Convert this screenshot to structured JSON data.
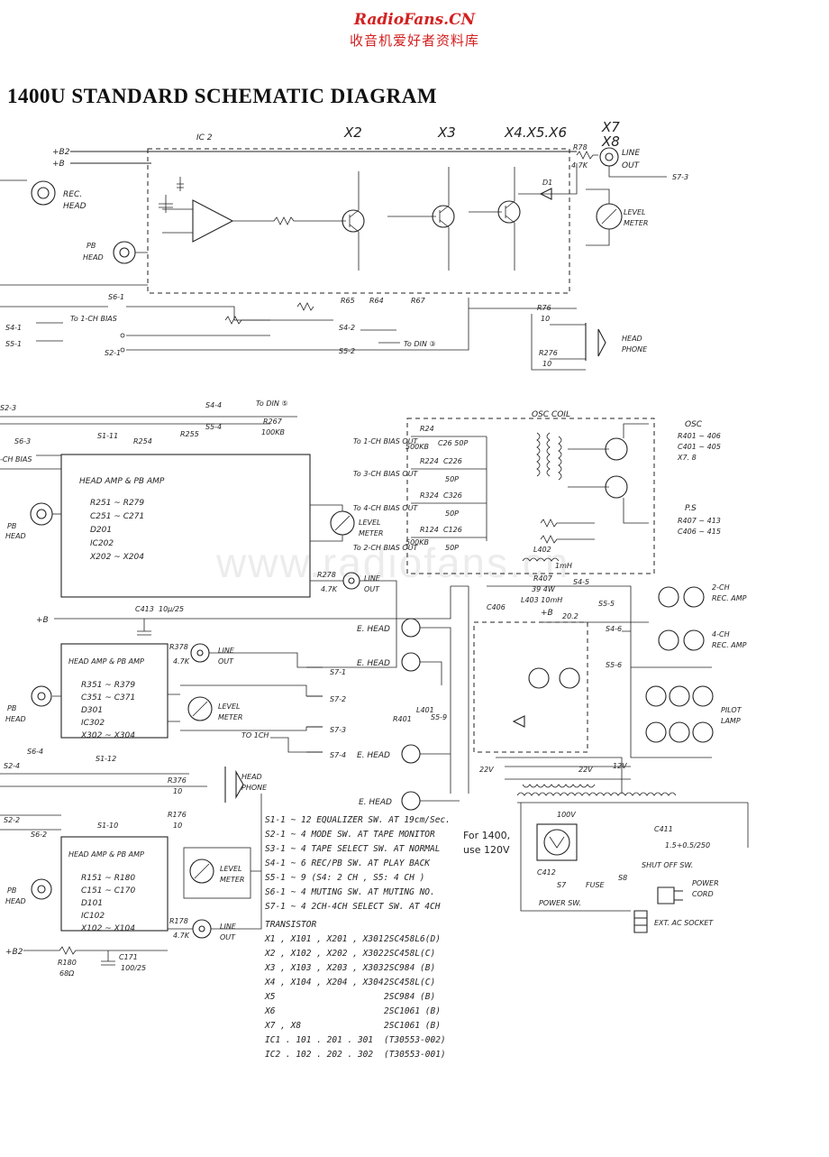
{
  "header": {
    "site": "RadioFans.CN",
    "site_cn": "收音机爱好者资料库"
  },
  "title": "1400U STANDARD SCHEMATIC DIAGRAM",
  "watermark": "www.radiofans.cn",
  "top_labels": {
    "ic2": "IC 2",
    "x2": "X2",
    "x3": "X3",
    "x4": "X4.X5.X6",
    "x7": "X7",
    "x8": "X8"
  },
  "rails": {
    "b2": "+B2",
    "b": "+B"
  },
  "left": {
    "rec_head": "REC. HEAD",
    "pb_head": "PB HEAD",
    "s6_1": "S6-1",
    "to_1ch_bias": "To 1-CH BIAS",
    "s4_1": "S4-1",
    "s5_1": "S5-1",
    "s2_1": "S2-1",
    "s2_3": "S2-3",
    "s6_3": "S6-3",
    "ch_bias": "-CH BIAS",
    "pb_head_2": "PB HEAD",
    "s6_4": "S6-4",
    "s2_4": "S2-4",
    "pb_head_3": "PB HEAD",
    "s2_2": "S2-2",
    "s6_2": "S6-2",
    "pb_head_4": "PB HEAD",
    "b2_bottom": "+B2",
    "r180": "R180",
    "r180_val": "68Ω",
    "c171": "C171",
    "c171_val": "100/25"
  },
  "top_right": {
    "r78": "R78",
    "r78_val": "4.7K",
    "line_out": "LINE OUT",
    "s7_3": "S7-3",
    "level_meter": "LEVEL METER",
    "d1": "D1",
    "head_phone": "HEAD PHONE",
    "r76": "R76",
    "r76_val": "10",
    "r276": "R276",
    "r276_val": "10",
    "s4_2": "S4-2",
    "s5_2": "S5-2",
    "to_din_3": "To DIN ③",
    "r65": "R65",
    "r64": "R64",
    "r67": "R67"
  },
  "middle": {
    "s4_4": "S4-4",
    "s5_4": "S5-4",
    "to_din_5": "To DIN ⑤",
    "r267": "R267",
    "r267_val": "100KB",
    "s1_11": "S1-11",
    "r254": "R254",
    "r255": "R255",
    "head_amp_title": "HEAD AMP & PB AMP",
    "head_amp_lines": [
      "R251 ~ R279",
      "C251 ~ C271",
      "D201",
      "IC202",
      "X202 ~ X204"
    ],
    "level_meter": "LEVEL METER",
    "r278": "R278",
    "r278_val": "4.7K",
    "line_out": "LINE OUT",
    "b_rail": "+B",
    "c413": "C413",
    "c413_val": "10μ/25"
  },
  "osc": {
    "title": "OSC COIL",
    "label": "OSC",
    "r_range": "R401 ~ 406",
    "c_range": "C401 ~ 405",
    "x_range": "X7. 8",
    "ps_label": "P.S",
    "ps_r": "R407 ~ 413",
    "ps_c": "C406 ~ 415",
    "bias_1": "To 1-CH BIAS OUT",
    "bias_3": "To 3-CH BIAS OUT",
    "bias_4": "To 4-CH BIAS OUT",
    "bias_2": "To 2-CH BIAS OUT",
    "r24": "R24",
    "r224": "R224",
    "r324": "R324",
    "r124": "R124",
    "cap_val": "50P",
    "pot_val": "500KB",
    "c_labels": [
      "C26 50P",
      "C226",
      "C326",
      "C126"
    ],
    "l402": "L402",
    "l402_val": "1mH",
    "r407": "R407",
    "r407_val": "39 4W",
    "l403": "L403 10mH",
    "s4_5": "S4-5",
    "s5_5": "S5-5",
    "c406": "C406",
    "b_plus": "+B",
    "v202": "20.2"
  },
  "right": {
    "rec_amp_2": "2-CH REC. AMP",
    "rec_amp_4": "4-CH REC. AMP",
    "s4_6": "S4-6",
    "s5_6": "S5-6",
    "pilot_lamp": "PILOT LAMP",
    "v22": "22V",
    "v12": "12V",
    "v100": "100V",
    "c411": "C411",
    "c411_val": "1.5+0.5/250",
    "shut_off": "SHUT OFF SW.",
    "power_cord": "POWER CORD",
    "power_sw": "POWER SW.",
    "fuse": "FUSE",
    "c412": "C412",
    "s7": "S7",
    "s8": "S8",
    "ext_socket": "EXT. AC SOCKET",
    "for_1400": "For 1400,",
    "use_120v": "use 120V"
  },
  "e_heads": [
    "E. HEAD",
    "E. HEAD",
    "E. HEAD",
    "E. HEAD"
  ],
  "s7_switches": [
    "S7-1",
    "S7-2",
    "S7-3",
    "S7-4"
  ],
  "s5_9": "S5-9",
  "l401": "L401",
  "r401": "R401",
  "lower": {
    "head_amp_3_title": "HEAD AMP & PB AMP",
    "head_amp_3_lines": [
      "R351 ~ R379",
      "C351 ~ C371",
      "D301",
      "IC302",
      "X302 ~ X304"
    ],
    "head_amp_1_title": "HEAD AMP & PB AMP",
    "head_amp_1_lines": [
      "R151 ~ R180",
      "C151 ~ C170",
      "D101",
      "IC102",
      "X102 ~ X104"
    ],
    "r378": "R378",
    "r378_val": "4.7K",
    "line_out_3": "LINE OUT",
    "level_meter_3": "LEVEL METER",
    "to_1ch": "TO 1CH",
    "head_phone": "HEAD PHONE",
    "r376": "R376",
    "r176": "R176",
    "val_10": "10",
    "s1_12": "S1-12",
    "s1_10": "S1-10",
    "level_meter_1": "LEVEL METER",
    "r178": "R178",
    "r178_val": "4.7K",
    "line_out_1": "LINE OUT"
  },
  "legend": {
    "switches": [
      "S1-1 ~ 12  EQUALIZER SW. AT 19cm/Sec.",
      "S2-1 ~ 4  MODE SW. AT TAPE MONITOR",
      "S3-1 ~ 4  TAPE SELECT SW. AT NORMAL",
      "S4-1 ~ 6  REC/PB SW. AT PLAY BACK",
      "S5-1 ~ 9  (S4: 2 CH , S5: 4 CH )",
      "S6-1 ~ 4  MUTING SW. AT MUTING NO.",
      "S7-1 ~ 4  2CH-4CH SELECT SW. AT 4CH"
    ],
    "transistor_title": "TRANSISTOR",
    "transistors": [
      {
        "ref": "X1 , X101 , X201 , X301",
        "part": "2SC458L6(D)"
      },
      {
        "ref": "X2 , X102 , X202 , X302",
        "part": "2SC458L(C)"
      },
      {
        "ref": "X3 , X103 , X203 , X303",
        "part": "2SC984 (B)"
      },
      {
        "ref": "X4 , X104 , X204 , X304",
        "part": "2SC458L(C)"
      },
      {
        "ref": "X5",
        "part": "2SC984 (B)"
      },
      {
        "ref": "X6",
        "part": "2SC1061 (B)"
      },
      {
        "ref": "X7 , X8",
        "part": "2SC1061 (B)"
      },
      {
        "ref": "IC1 . 101 . 201 . 301",
        "part": "(T30553-002)"
      },
      {
        "ref": "IC2 . 102 . 202 . 302",
        "part": "(T30553-001)"
      }
    ]
  }
}
